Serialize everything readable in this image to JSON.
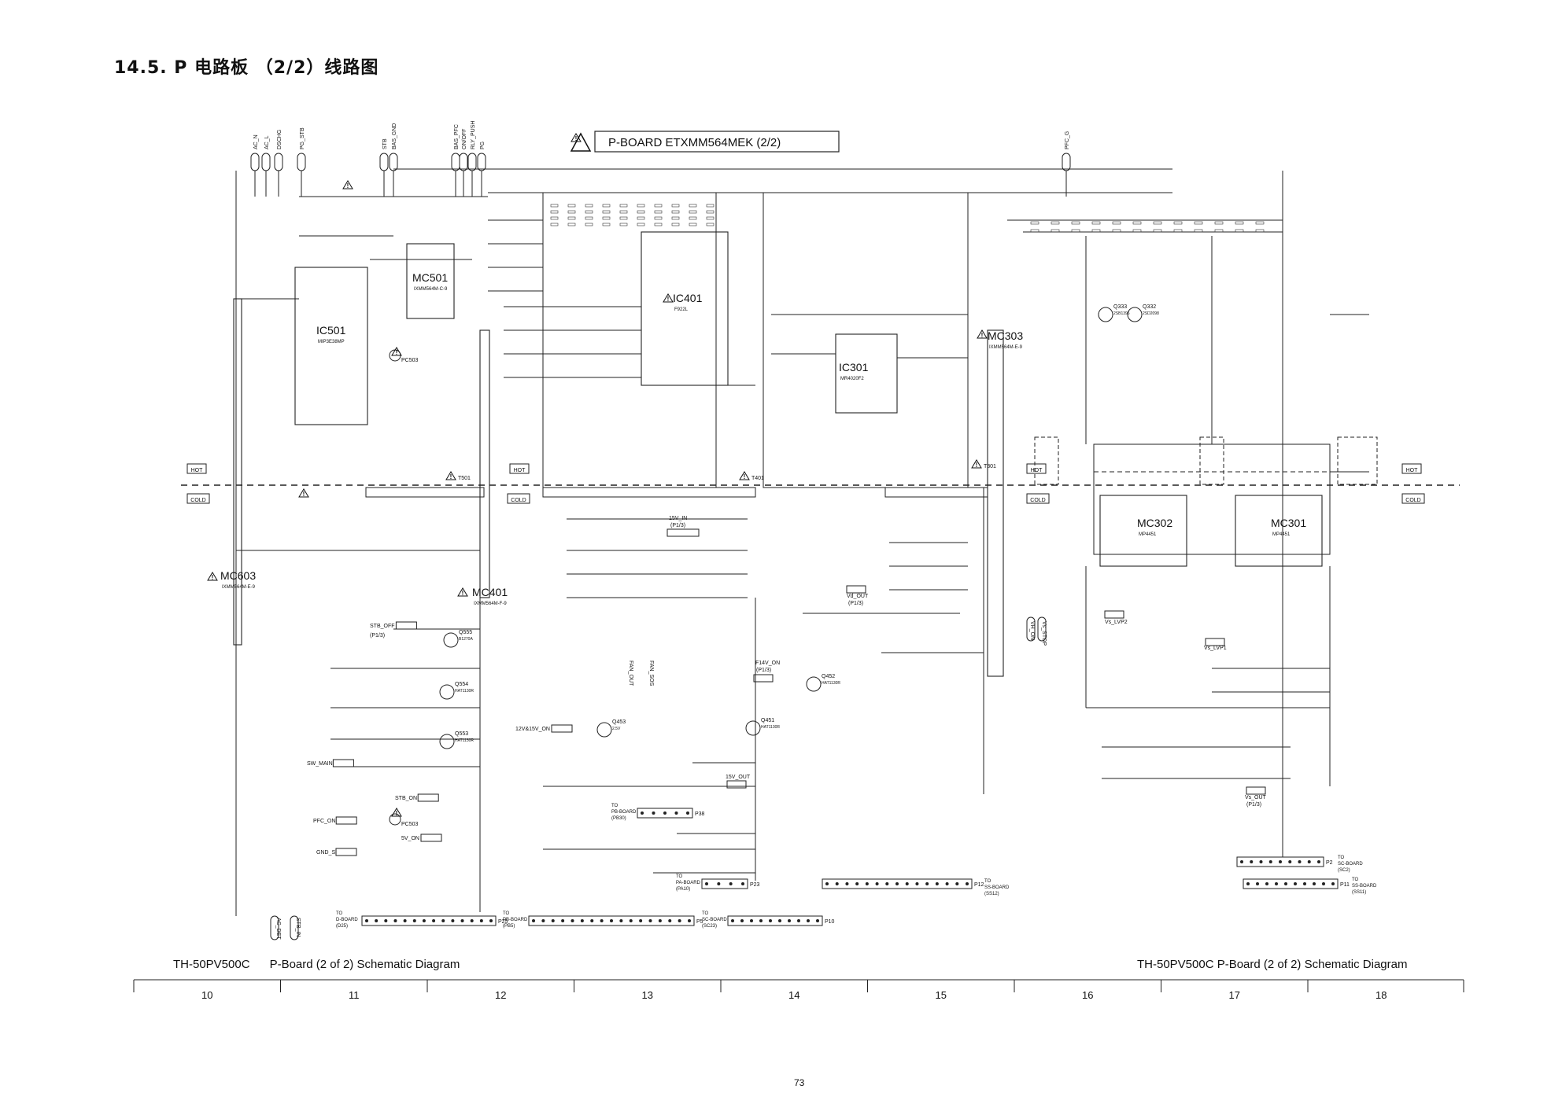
{
  "page": {
    "title": "14.5.  P 电路板 （2/2）线路图",
    "number": "73"
  },
  "board_title": "P-BOARD ETXMM564MEK (2/2)",
  "zones": {
    "hot": "HOT",
    "cold": "COLD"
  },
  "captions": {
    "left_model": "TH-50PV500C",
    "left_desc": "P-Board (2 of 2) Schematic Diagram",
    "right": "TH-50PV500C  P-Board (2 of 2) Schematic Diagram"
  },
  "grid_columns": [
    "10",
    "11",
    "12",
    "13",
    "14",
    "15",
    "16",
    "17",
    "18"
  ],
  "top_signals": [
    "AC_N",
    "AC_L",
    "DSCHG",
    "PG_STB",
    "STB",
    "BAS_GND",
    "BAS_PFC",
    "ON/OFF",
    "RLY_PUSH",
    "PG",
    "PFC_G"
  ],
  "ic_blocks": [
    {
      "ref": "IC501",
      "part": "MIP3E38MP"
    },
    {
      "ref": "MC501",
      "part": "IXMM564M-C-9"
    },
    {
      "ref": "IC401",
      "part": "F922L"
    },
    {
      "ref": "IC301",
      "part": "MR4020F2"
    },
    {
      "ref": "MC303",
      "part": "IXMM564M-E-9"
    },
    {
      "ref": "MC302",
      "part": "MP4451"
    },
    {
      "ref": "MC301",
      "part": "MP4451"
    },
    {
      "ref": "MC603",
      "part": "IXMM564M-E-9"
    },
    {
      "ref": "MC401",
      "part": "IXMM564M-F-9"
    }
  ],
  "transistors": [
    {
      "ref": "Q555",
      "part": "B1270A"
    },
    {
      "ref": "Q554",
      "part": "HAT1130R"
    },
    {
      "ref": "Q553",
      "part": "HAT1130R"
    },
    {
      "ref": "Q453",
      "part": "2.5V"
    },
    {
      "ref": "Q451",
      "part": "HAT1130R"
    },
    {
      "ref": "Q452",
      "part": "HAT1130R"
    },
    {
      "ref": "Q333",
      "part": "2SB1396"
    },
    {
      "ref": "Q332",
      "part": "2SD2098"
    }
  ],
  "signals_left": [
    "STB_OFF",
    "(P1/3)",
    "SW_MAIN",
    "STB_ON",
    "PFC_ON",
    "5V_ON",
    "GND_S",
    "12V&15V_ON"
  ],
  "signals_mid": [
    "15V_IN",
    "(P1/3)",
    "F14V_ON",
    "(P1/3)",
    "FAN_OUT",
    "FAN_SOS",
    "15V_OUT",
    "Vd_OUT",
    "(P1/3)"
  ],
  "signals_right": [
    "Vs_LVP2",
    "Vs_LVP1",
    "Vs_OUT",
    "(P1/3)",
    "VH_ON",
    "Vs_STOP"
  ],
  "connectors": [
    {
      "ref": "P25",
      "to": "TO",
      "board": "D-BOARD",
      "sub": "(D25)"
    },
    {
      "ref": "P5",
      "to": "TO",
      "board": "PB-BOARD",
      "sub": "(PB5)"
    },
    {
      "ref": "P38",
      "to": "TO",
      "board": "PB-BOARD",
      "sub": "(PB30)"
    },
    {
      "ref": "P10",
      "to": "TO",
      "board": "SC-BOARD",
      "sub": "(SC23)"
    },
    {
      "ref": "P23",
      "to": "TO",
      "board": "PA-BOARD",
      "sub": "(PA10)"
    },
    {
      "ref": "P12",
      "to": "TO",
      "board": "SS-BOARD",
      "sub": "(SS12)"
    },
    {
      "ref": "P2",
      "to": "TO",
      "board": "SC-BOARD",
      "sub": "(SC2)"
    },
    {
      "ref": "P11",
      "to": "TO",
      "board": "SS-BOARD",
      "sub": "(SS11)"
    }
  ],
  "bottom_left_signals": [
    "AC_DET",
    "STB_IN"
  ],
  "transformers": [
    "T501",
    "T401",
    "T301"
  ],
  "photocouplers": [
    "PC503",
    "PC503"
  ]
}
